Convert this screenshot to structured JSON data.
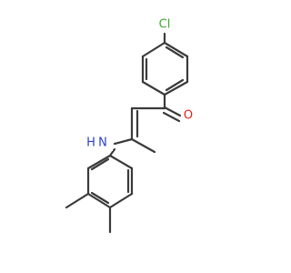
{
  "molecule": {
    "atoms": {
      "chlorine": {
        "symbol": "Cl",
        "color": "#3daa2a"
      },
      "oxygen": {
        "symbol": "O",
        "color": "#e0231a"
      },
      "nitrogen": {
        "symbol": "N",
        "color": "#2a3fc8"
      },
      "nitrogen_hydrogen": {
        "symbol": "H",
        "color": "#2a3fc8"
      }
    },
    "bond_color": "#3a3a3a"
  }
}
